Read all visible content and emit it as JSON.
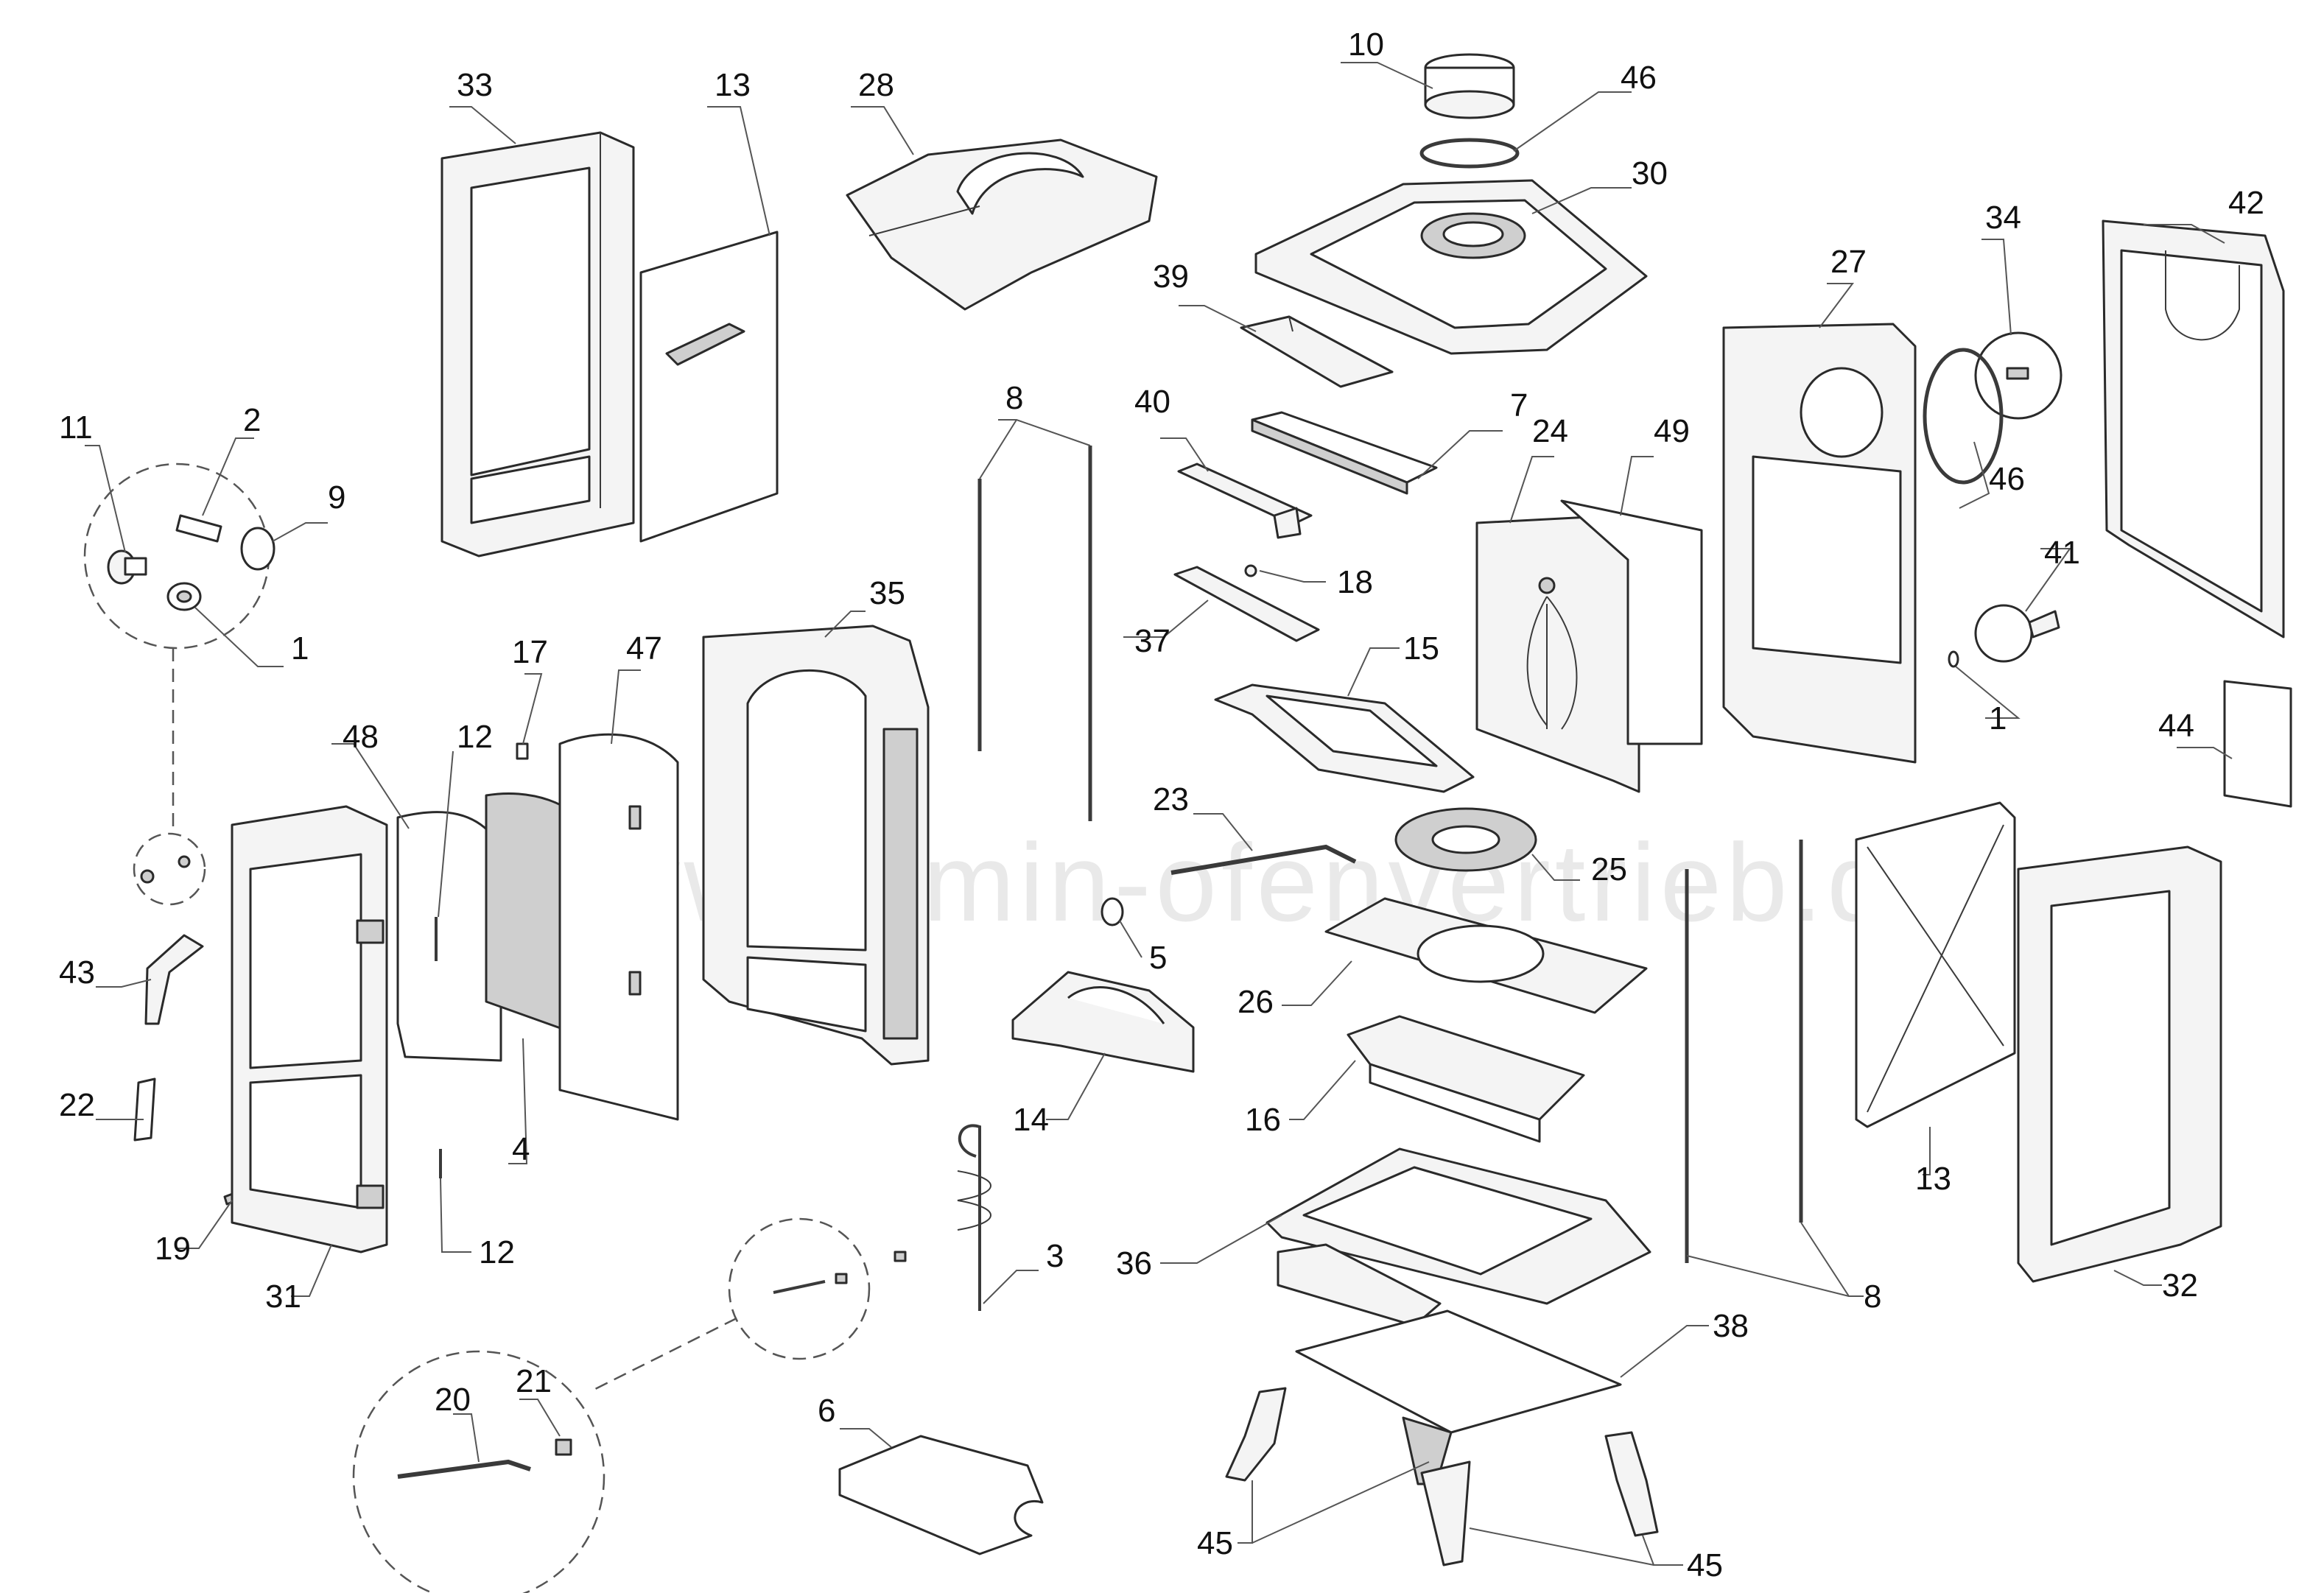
{
  "watermark": "www.kamin-ofenvertrieb.de",
  "labels": {
    "l33": "33",
    "l13a": "13",
    "l28": "28",
    "l10": "10",
    "l46a": "46",
    "l30": "30",
    "l34": "34",
    "l42": "42",
    "l27": "27",
    "l46b": "46",
    "l41": "41",
    "l1b": "1",
    "l44": "44",
    "l11": "11",
    "l2": "2",
    "l9": "9",
    "l1a": "1",
    "l39": "39",
    "l8a": "8",
    "l40": "40",
    "l7": "7",
    "l24": "24",
    "l49": "49",
    "l18": "18",
    "l37": "37",
    "l15": "15",
    "l17": "17",
    "l47": "47",
    "l35": "35",
    "l48": "48",
    "l12a": "12",
    "l43": "43",
    "l22": "22",
    "l19": "19",
    "l31": "31",
    "l4": "4",
    "l12b": "12",
    "l23": "23",
    "l5": "5",
    "l25": "25",
    "l26": "26",
    "l14": "14",
    "l16": "16",
    "l13b": "13",
    "l32": "32",
    "l3": "3",
    "l36": "36",
    "l8b": "8",
    "l38": "38",
    "l6": "6",
    "l20": "20",
    "l21": "21",
    "l45a": "45",
    "l45b": "45"
  }
}
